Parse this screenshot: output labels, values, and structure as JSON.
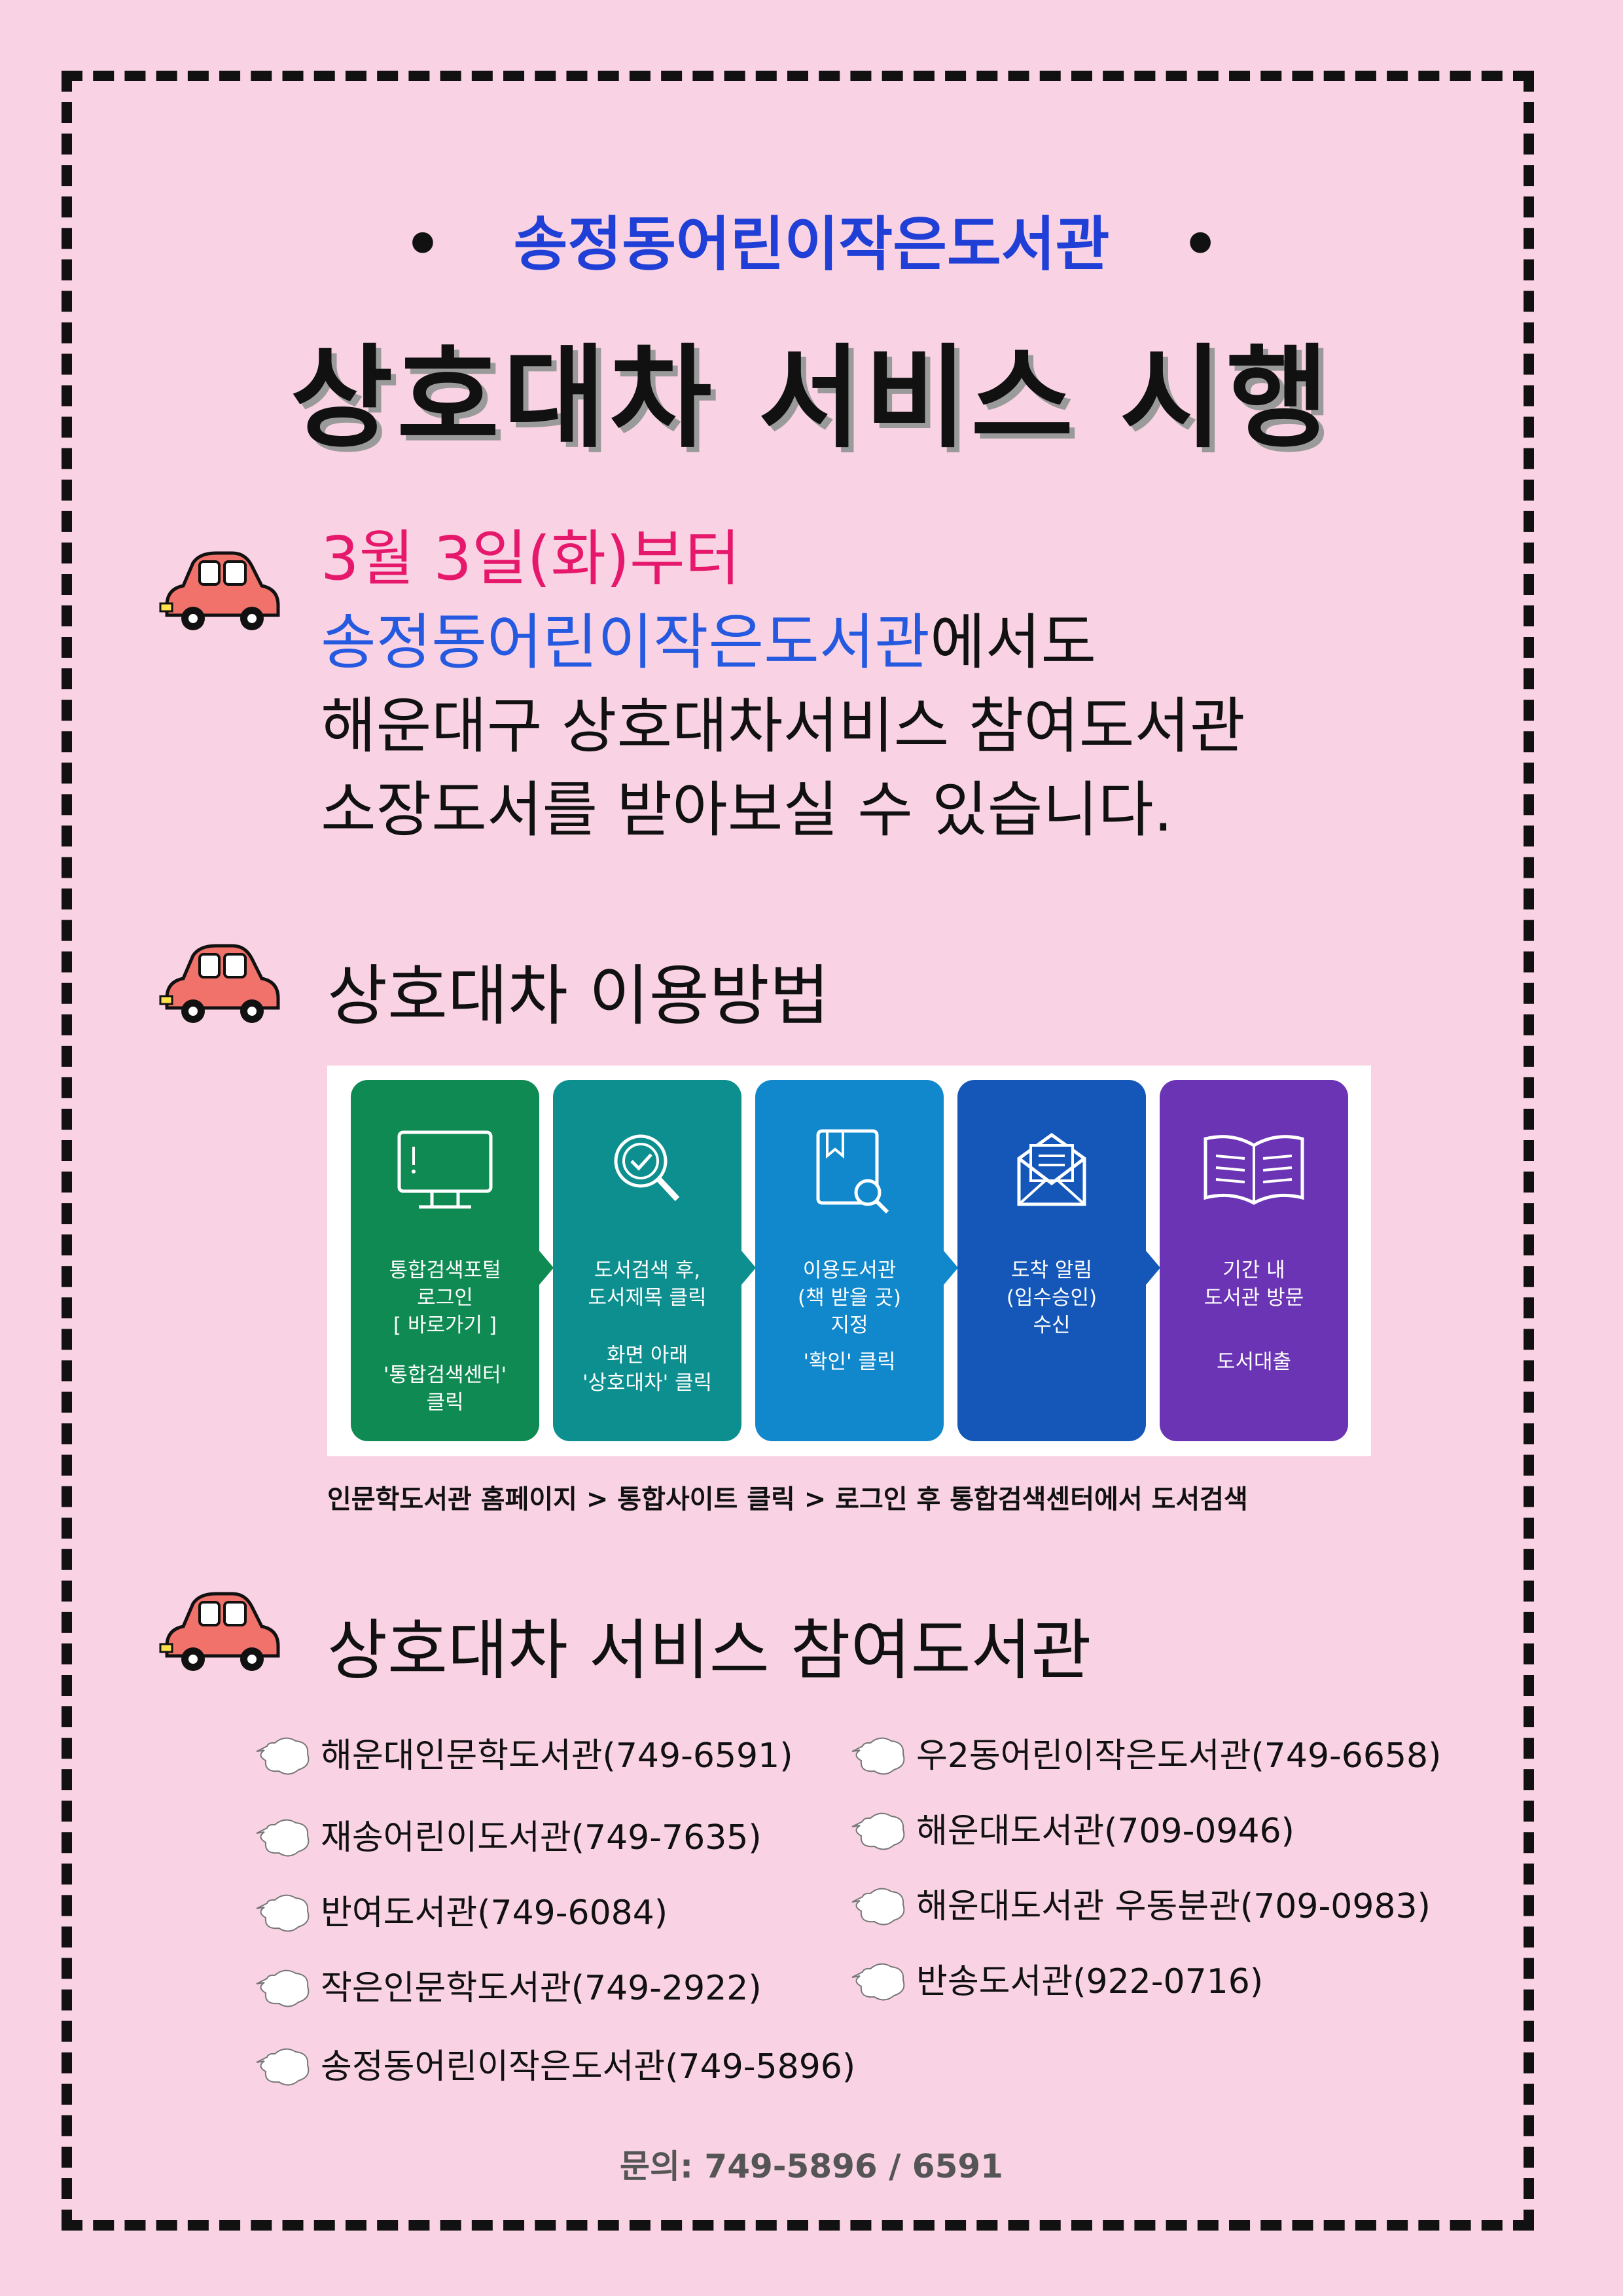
{
  "header": {
    "subtitle": "송정동어린이작은도서관",
    "title": "상호대차 서비스 시행"
  },
  "intro": {
    "line1": "3월 3일(화)부터",
    "line2_library": "송정동어린이작은도서관",
    "line2_rest": "에서도",
    "line3": "해운대구 상호대차서비스 참여도서관",
    "line4": "소장도서를 받아보실 수 있습니다."
  },
  "usage": {
    "title": "상호대차 이용방법",
    "steps": [
      {
        "icon": "monitor-icon",
        "color": "#0f8a52",
        "text1": "통합검색포털\n로그인\n[ 바로가기 ]",
        "text2": "'통합검색센터'\n클릭"
      },
      {
        "icon": "magnifier-check-icon",
        "color": "#0d8f8f",
        "text1": "도서검색 후,\n도서제목 클릭",
        "text2": "화면 아래\n'상호대차' 클릭"
      },
      {
        "icon": "book-search-icon",
        "color": "#1188cc",
        "text1": "이용도서관\n(책 받을 곳)\n지정",
        "text2": "'확인' 클릭"
      },
      {
        "icon": "envelope-icon",
        "color": "#1457b8",
        "text1": "도착 알림\n(입수승인)\n수신",
        "text2": ""
      },
      {
        "icon": "open-book-icon",
        "color": "#6a34b4",
        "text1": "기간 내\n도서관 방문",
        "text2": "도서대출"
      }
    ],
    "guide": "인문학도서관 홈페이지 > 통합사이트 클릭 > 로그인  후  통합검색센터에서 도서검색"
  },
  "libraries": {
    "title": "상호대차 서비스 참여도서관",
    "left": [
      "해운대인문학도서관(749-6591)",
      "재송어린이도서관(749-7635)",
      "반여도서관(749-6084)",
      "작은인문학도서관(749-2922)",
      "송정동어린이작은도서관(749-5896)"
    ],
    "right": [
      "우2동어린이작은도서관(749-6658)",
      "해운대도서관(709-0946)",
      "해운대도서관 우동분관(709-0983)",
      "반송도서관(922-0716)"
    ]
  },
  "contact": "문의: 749-5896 / 6591",
  "colors": {
    "background": "#f9d3e3",
    "accent_pink": "#e6186c",
    "accent_blue": "#2459e0",
    "car": "#f0726a"
  }
}
